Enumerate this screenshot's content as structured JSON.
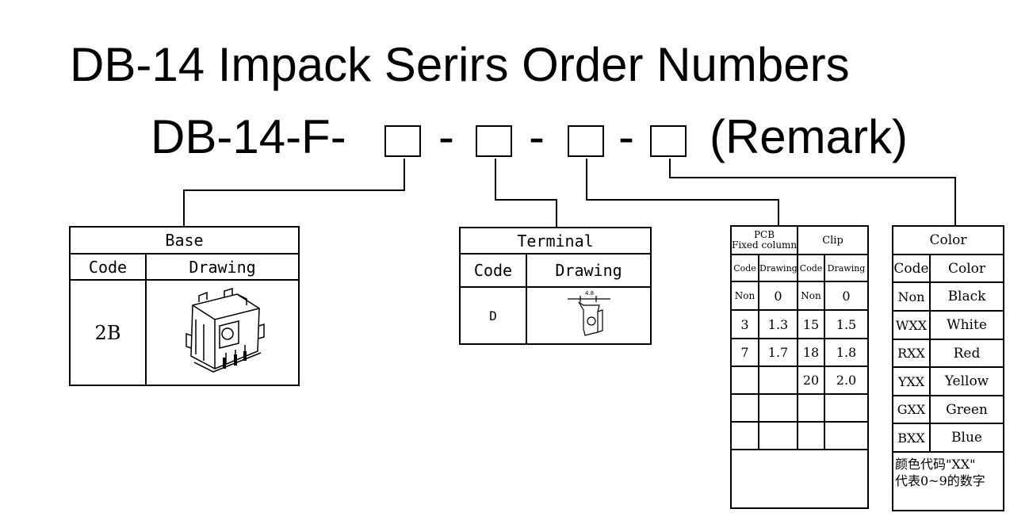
{
  "title": "DB-14 Impack Serirs Order Numbers",
  "order": {
    "prefix": "DB-14-F-",
    "sep1": "-",
    "sep2": "-",
    "sep3": "-",
    "remark": "(Remark)"
  },
  "base": {
    "title": "Base",
    "code_header": "Code",
    "drawing_header": "Drawing",
    "code": "2B",
    "drawing_icon": "switch-housing-drawing"
  },
  "terminal": {
    "title": "Terminal",
    "code_header": "Code",
    "drawing_header": "Drawing",
    "code": "D",
    "drawing_label": "4.8",
    "drawing_icon": "quick-connect-terminal-drawing"
  },
  "pcb": {
    "pcb_header_line1": "PCB",
    "pcb_header_line2": "Fixed column",
    "clip_header": "Clip",
    "sub_headers": [
      "Code",
      "Drawing",
      "Code",
      "Drawing"
    ],
    "rows": [
      [
        "Non",
        "0",
        "Non",
        "0"
      ],
      [
        "3",
        "1.3",
        "15",
        "1.5"
      ],
      [
        "7",
        "1.7",
        "18",
        "1.8"
      ],
      [
        "",
        "",
        "20",
        "2.0"
      ],
      [
        "",
        "",
        "",
        ""
      ],
      [
        "",
        "",
        "",
        ""
      ]
    ]
  },
  "color": {
    "title": "Color",
    "code_header": "Code",
    "color_header": "Color",
    "rows": [
      [
        "Non",
        "Black"
      ],
      [
        "WXX",
        "White"
      ],
      [
        "RXX",
        "Red"
      ],
      [
        "YXX",
        "Yellow"
      ],
      [
        "GXX",
        "Green"
      ],
      [
        "BXX",
        "Blue"
      ]
    ],
    "note_line1": "颜色代码\"XX\"",
    "note_line2": "代表0~9的数字"
  }
}
